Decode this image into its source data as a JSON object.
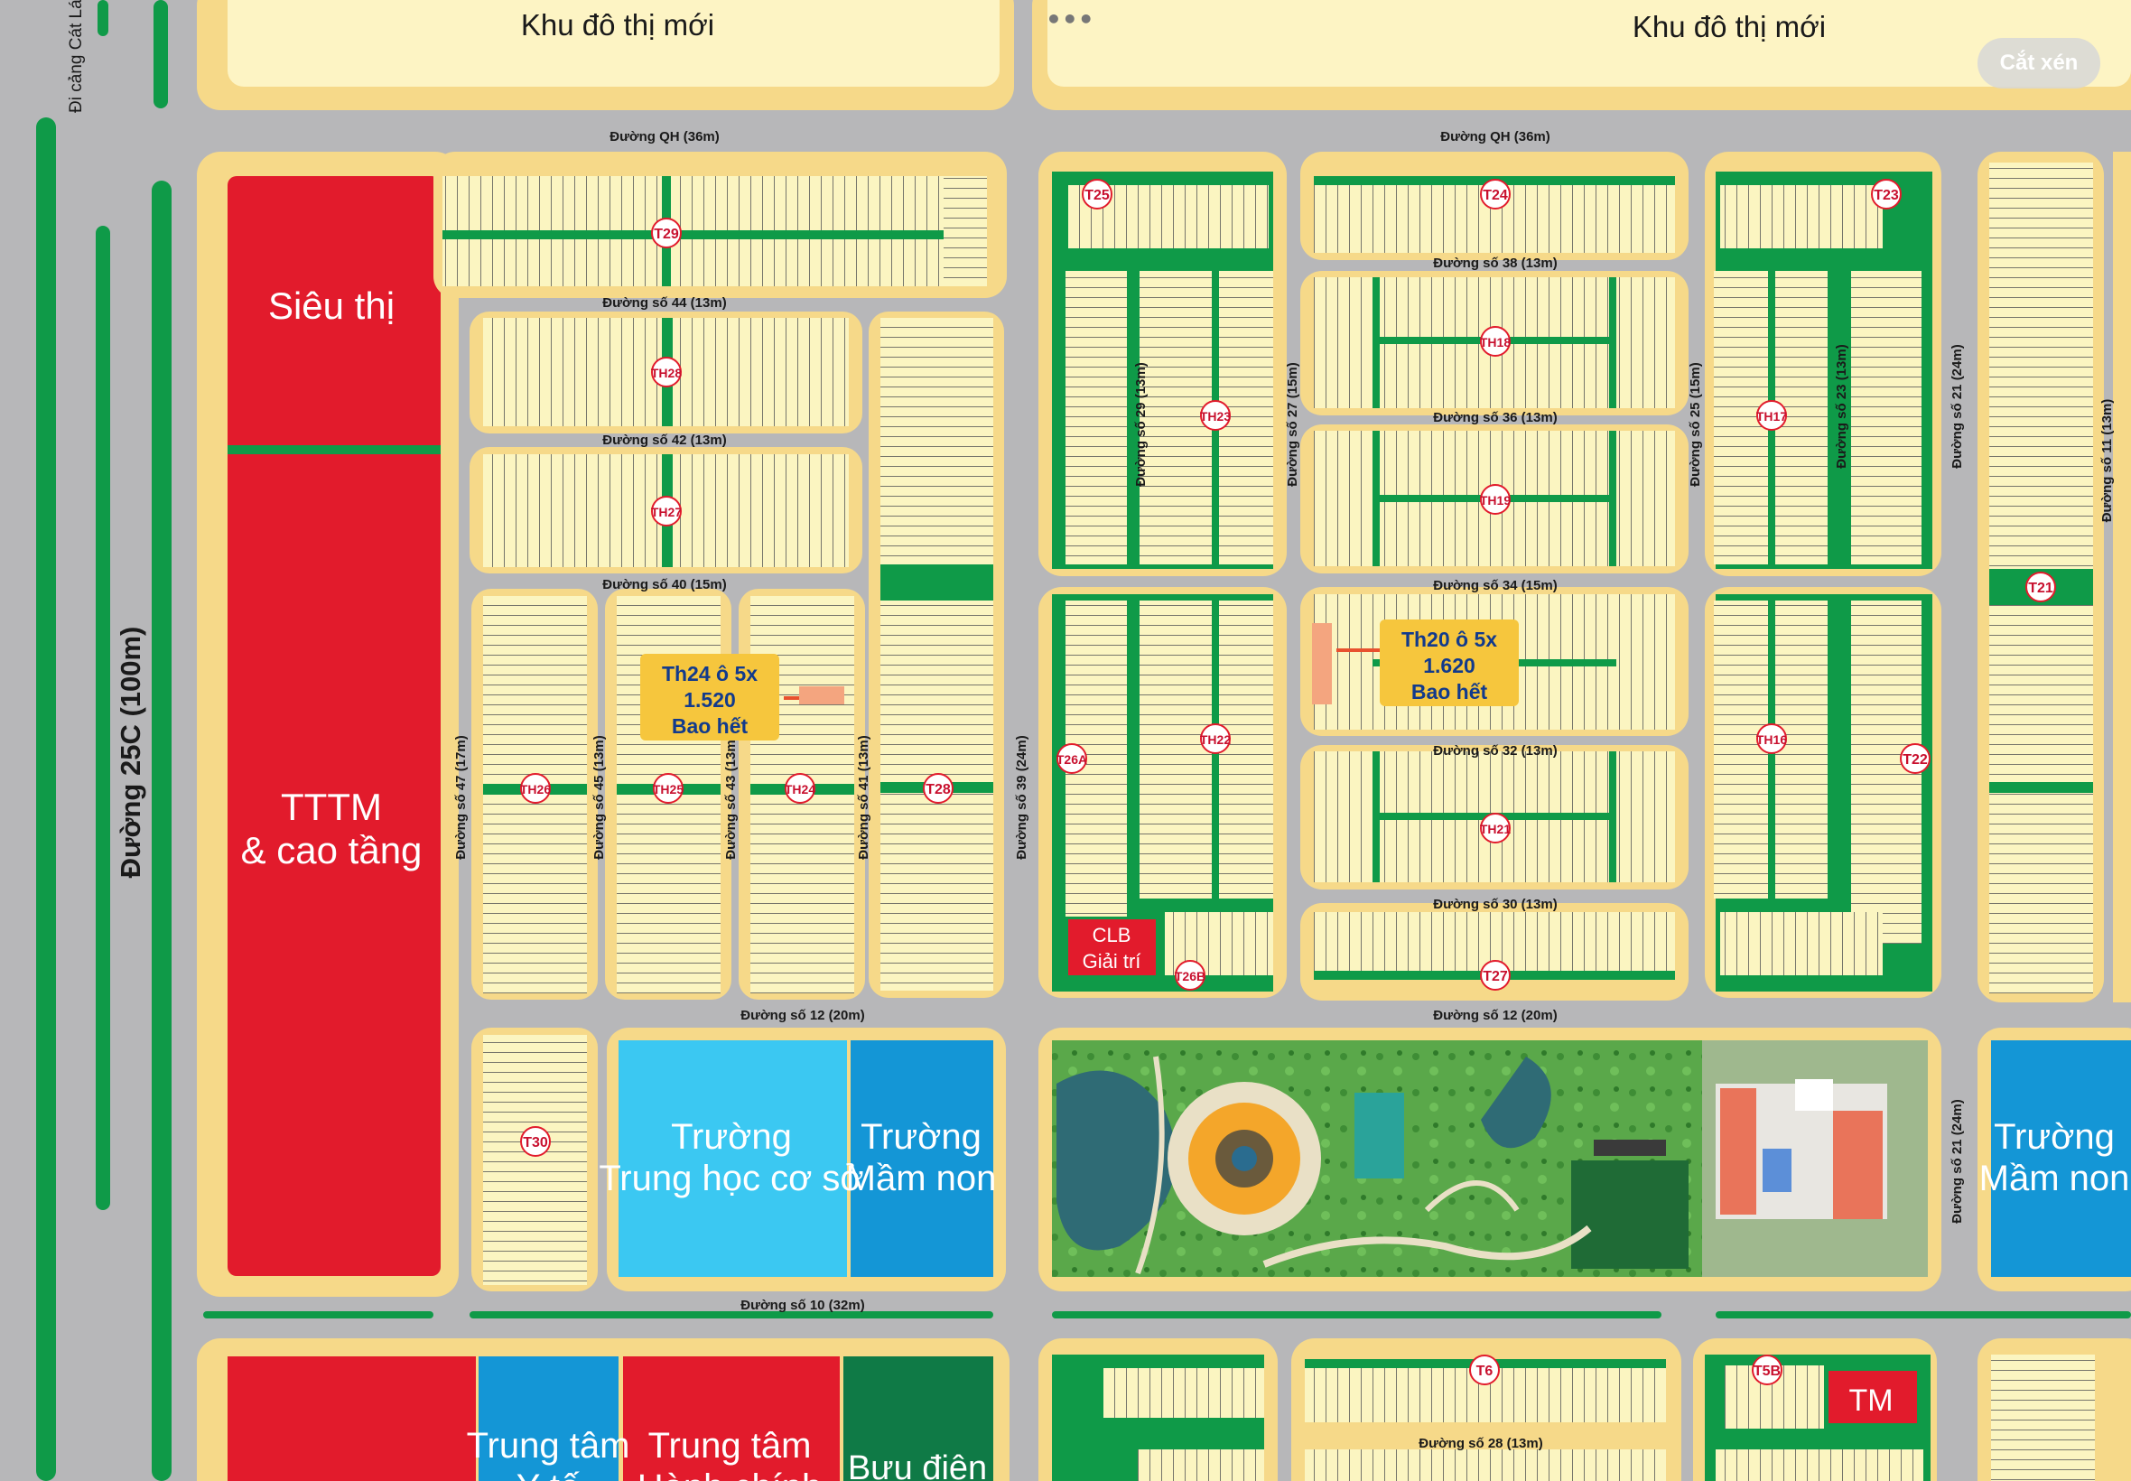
{
  "ui": {
    "crop_button": "Cắt xén"
  },
  "areas": {
    "new_urban_left": "Khu đô thị mới",
    "new_urban_right": "Khu đô thị mới",
    "supermarket": "Siêu thị",
    "mall_line1": "TTTM",
    "mall_line2": "& cao tầng",
    "school_mid_line1": "Trường",
    "school_mid_line2": "Trung học cơ sở",
    "kinder_line1": "Trường",
    "kinder_line2": "Mầm non",
    "kinder2_line1": "Trường",
    "kinder2_line2": "Mầm non",
    "club_line1": "CLB",
    "club_line2": "Giải trí",
    "medical_line1": "Trung tâm",
    "medical_line2": "Y tế",
    "admin_line1": "Trung tâm",
    "admin_line2": "Hành chính",
    "post_office": "Bưu điện",
    "tm": "TM"
  },
  "roads": {
    "cat_lai": "Đi cảng Cát Lái",
    "main_25c": "Đường 25C (100m)",
    "qh_left": "Đường QH (36m)",
    "qh_right": "Đường QH (36m)",
    "r44": "Đường số 44 (13m)",
    "r42": "Đường số 42 (13m)",
    "r40": "Đường số 40 (15m)",
    "r38": "Đường số 38 (13m)",
    "r36": "Đường số 36 (13m)",
    "r34": "Đường số 34 (15m)",
    "r32": "Đường số 32 (13m)",
    "r30": "Đường số 30 (13m)",
    "r12_left": "Đường số 12 (20m)",
    "r12_right": "Đường số 12 (20m)",
    "r10": "Đường số 10 (32m)",
    "r28": "Đường số 28 (13m)",
    "r47": "Đường số 47 (17m)",
    "r45": "Đường số 45 (13m)",
    "r43": "Đường số 43 (13m)",
    "r41": "Đường số 41 (13m)",
    "r39": "Đường số 39 (24m)",
    "r29": "Đường số 29 (13m)",
    "r27": "Đường số 27 (15m)",
    "r25": "Đường số 25 (15m)",
    "r23": "Đường số 23 (13m)",
    "r21_top": "Đường số 21 (24m)",
    "r21_bottom": "Đường số 21 (24m)",
    "r11": "Đường số 11 (13m)"
  },
  "blocks": [
    "T29",
    "TH28",
    "TH27",
    "TH26",
    "TH25",
    "TH24",
    "T28",
    "T30",
    "T25",
    "TH23",
    "TH22",
    "T26A",
    "T26B",
    "T24",
    "TH18",
    "TH19",
    "TH21",
    "T27",
    "T23",
    "TH17",
    "TH16",
    "T22",
    "T21",
    "T6",
    "T5B"
  ],
  "callouts": [
    {
      "line1": "Th24 ô 5x",
      "line2": "1.520",
      "line3": "Bao hết"
    },
    {
      "line1": "Th20 ô 5x",
      "line2": "1.620",
      "line3": "Bao hết"
    }
  ],
  "colors": {
    "road": "#b7b7b9",
    "block_rim": "#f6d989",
    "lot_fill": "#fbf5c1",
    "green": "#0f9a48",
    "red_zone": "#e21b2c",
    "school_cyan": "#3bc8f2",
    "school_blue": "#1496d6",
    "park": "#5aa84a"
  }
}
